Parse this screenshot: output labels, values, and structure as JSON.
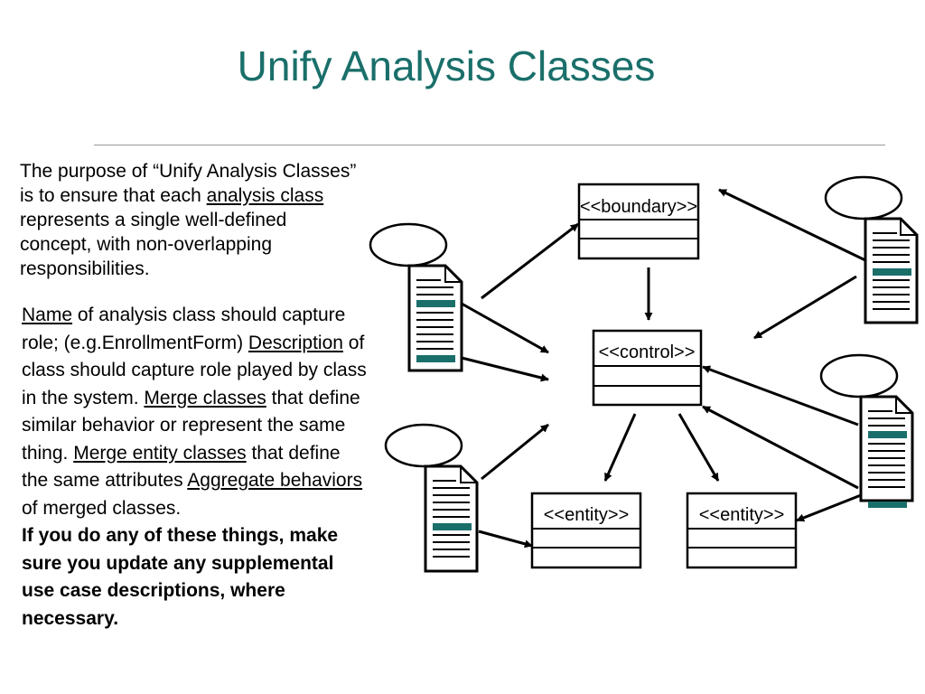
{
  "slide": {
    "title": "Unify Analysis Classes",
    "accent_color": "#1a6f6a"
  },
  "intro": {
    "part1": "The purpose of “Unify Analysis Classes” is to ensure that each ",
    "link": "analysis class",
    "part2": " represents a single well-defined concept, with non-overlapping responsibilities."
  },
  "guidelines": {
    "name_link": "Name",
    "name_text": " of analysis class should capture role; (e.g.EnrollmentForm) ",
    "desc_link": "Description",
    "desc_text": " of class should capture role played by class in the system. ",
    "merge_link": "Merge classes",
    "merge_text": " that define similar behavior or represent the same thing. ",
    "merge_entity_link": "Merge entity classes",
    "merge_entity_text": " that define the same attributes ",
    "aggregate_link": "Aggregate behaviors",
    "aggregate_text": " of merged classes.",
    "bold_note": "If you do any of these things, make sure you update any supplemental use case descriptions, where necessary."
  },
  "diagram": {
    "boundary_label": "<<boundary>>",
    "control_label": "<<control>>",
    "entity_left_label": "<<entity>>",
    "entity_right_label": "<<entity>>"
  }
}
